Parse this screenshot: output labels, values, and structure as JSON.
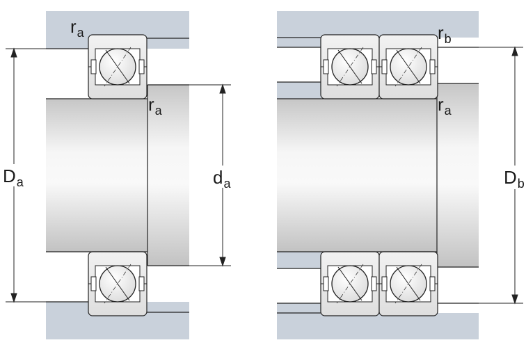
{
  "labels": {
    "left_ra_top": {
      "main": "r",
      "sub": "a"
    },
    "left_ra_mid": {
      "main": "r",
      "sub": "a"
    },
    "left_Da": {
      "main": "D",
      "sub": "a"
    },
    "left_da": {
      "main": "d",
      "sub": "a"
    },
    "right_rb": {
      "main": "r",
      "sub": "b"
    },
    "right_ra": {
      "main": "r",
      "sub": "a"
    },
    "right_Db": {
      "main": "D",
      "sub": "b"
    }
  },
  "colors": {
    "housing": "#c9d1db",
    "shaft_light": "#f4f4f4",
    "shaft_dark": "#c9c9c9",
    "line": "#222222"
  }
}
